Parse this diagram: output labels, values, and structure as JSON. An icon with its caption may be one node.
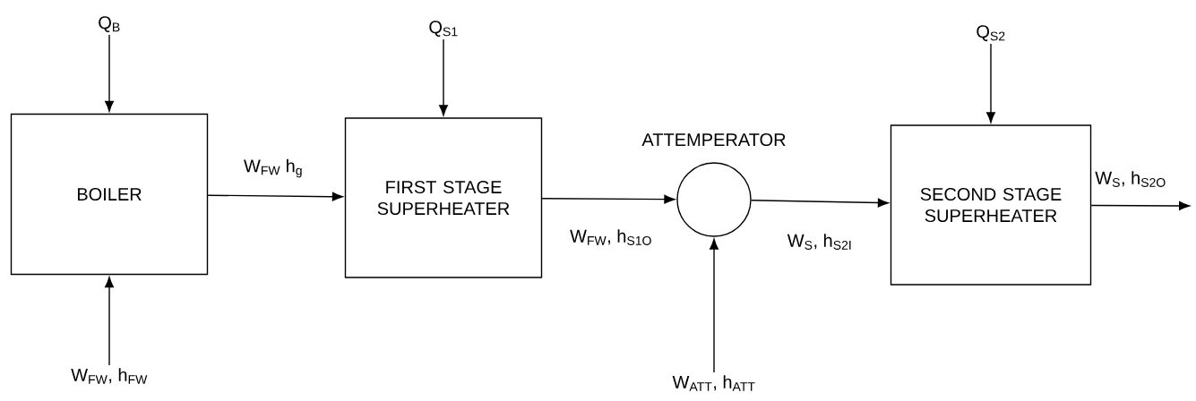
{
  "diagram": {
    "nodes": [
      {
        "text": [
          "Q$_{B}$"
        ]
      },
      {
        "text": [
          "Q$_{S1}$"
        ]
      },
      {
        "text": [
          "Q$_{S2}$"
        ]
      },
      {
        "text": [
          "BOILER"
        ]
      },
      {
        "text": [
          "FIRST STAGE SUPERHEATER"
        ]
      },
      {
        "text": [
          "ATTEMPERATOR"
        ]
      },
      {
        "text": [
          "SECOND STAGE SUPERHEATER"
        ]
      },
      {
        "text": [
          "W$_{FW}$, h$_{FW}$"
        ]
      },
      {
        "text": [
          "W$_{ATT}$, h$_{ATT}$"
        ]
      }
    ],
    "edges": [
      {
        "from": 0,
        "to": 3,
        "arrow": "to"
      },
      {
        "from": 1,
        "to": 4,
        "arrow": "to"
      },
      {
        "from": 2,
        "to": 6,
        "arrow": "to"
      },
      {
        "from": 3,
        "to": 4,
        "arrow": "to",
        "label": "W$_{FW}$ h$_{g}$"
      },
      {
        "from": 4,
        "to": 5,
        "arrow": "to",
        "label": "W$_{FW}$, h$_{S1O}$"
      },
      {
        "from": 5,
        "to": 6,
        "arrow": "to",
        "label": "W$_{S}$, h$_{S2I}$"
      },
      {
        "from": 6,
        "to": null,
        "arrow": "to",
        "label": "W$_{S}$, h$_{S2O}$"
      },
      {
        "from": 7,
        "to": 3,
        "arrow": "to"
      },
      {
        "from": 8,
        "to": 5,
        "arrow": "to"
      }
    ]
  }
}
